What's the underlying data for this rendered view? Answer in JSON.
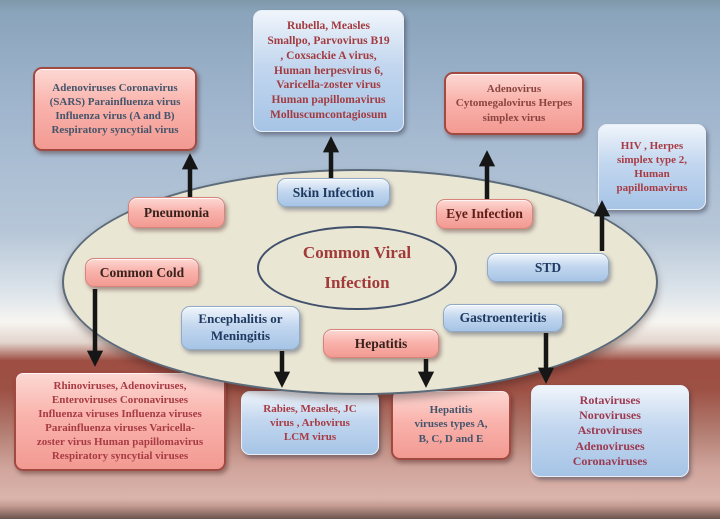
{
  "colors": {
    "pink_box": "#f9b3ac",
    "blue_box": "#b9d1ec",
    "maroon_border": "#a04a42",
    "ellipse_fill": "#eae6d4",
    "virus_text_red": "#a23b40",
    "virus_text_slate": "#44546a",
    "arrow_black": "#161616"
  },
  "diagram": {
    "center": {
      "label": "Common Viral Infection"
    },
    "categories": {
      "pneumonia": "Pneumonia",
      "skin": "Skin Infection",
      "eye": "Eye Infection",
      "cold": "Common Cold",
      "std": "STD",
      "encephalitis": "Encephalitis or Meningitis",
      "hepatitis": "Hepatitis",
      "gastro": "Gastroenteritis"
    },
    "viruses": {
      "pneumonia": "Adenoviruses Coronavirus\n(SARS)  Parainfluenza virus\nInfluenza virus (A and B)\nRespiratory syncytial virus",
      "skin": "Rubella, Measles\nSmallpo, Parvovirus B19\n, Coxsackie A virus,\nHuman herpesvirus 6,\nVaricella-zoster virus\nHuman papillomavirus\nMolluscumcontagiosum",
      "eye": "Adenovirus\nCytomegalovirus Herpes\nsimplex virus",
      "std": "HIV , Herpes\nsimplex type 2,\nHuman\npapillomavirus",
      "cold": "Rhinoviruses, Adenoviruses,\nEnteroviruses Coronaviruses\nInfluenza viruses Influenza viruses\nParainfluenza viruses  Varicella-\nzoster virus  Human papillomavirus\nRespiratory syncytial viruses",
      "encephalitis": "Rabies, Measles, JC\nvirus , Arbovirus\nLCM virus",
      "hepatitis": "Hepatitis\nviruses types A,\nB, C, D and E",
      "gastro": "Rotaviruses\nNoroviruses\nAstroviruses\nAdenoviruses\nCoronaviruses"
    }
  }
}
